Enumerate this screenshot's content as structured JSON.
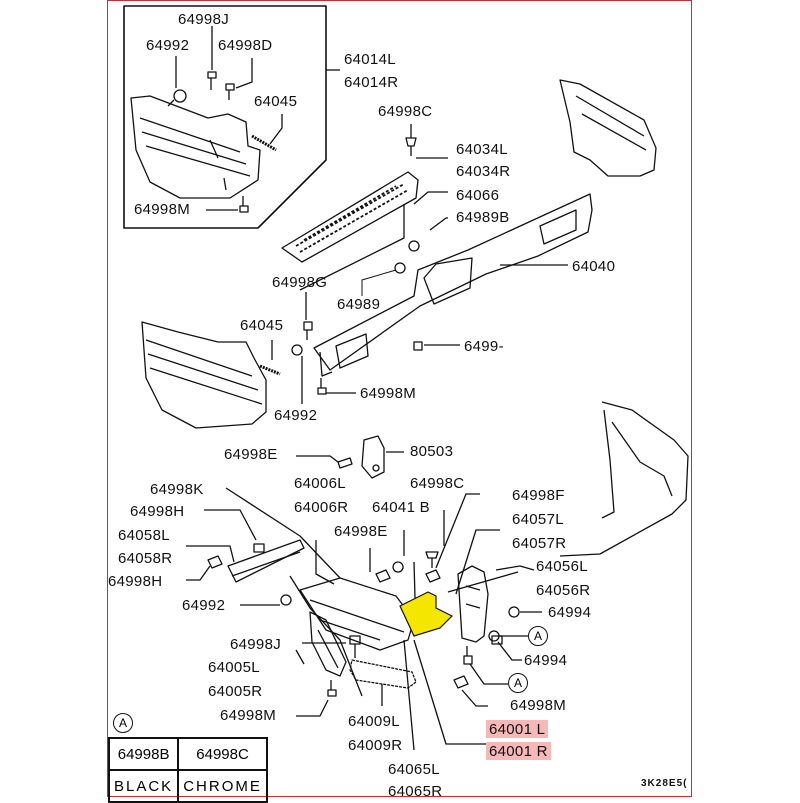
{
  "diagram": {
    "title": "Rear bumper parts diagram",
    "highlight_color": "#f7b8b8",
    "selected_part_color": "#f5e600",
    "frame_color": "#c0303a",
    "labels": {
      "inset_64998J": "64998J",
      "inset_64992": "64992",
      "inset_64998D": "64998D",
      "inset_64014L": "64014L",
      "inset_64014R": "64014R",
      "inset_64045": "64045",
      "inset_64998M": "64998M",
      "p64998C_top": "64998C",
      "p64034L": "64034L",
      "p64034R": "64034R",
      "p64066": "64066",
      "p64989B": "64989B",
      "p64040": "64040",
      "p64998G": "64998G",
      "p64989": "64989",
      "p64045": "64045",
      "p6499x": "6499-",
      "p64992_mid": "64992",
      "p64998M_mid": "64998M",
      "p64998E_top": "64998E",
      "p80503": "80503",
      "p64006L": "64006L",
      "p64006R": "64006R",
      "p64998K": "64998K",
      "p64998C_low": "64998C",
      "p64041B": "64041 B",
      "p64998F": "64998F",
      "p64998H_a": "64998H",
      "p64998E_low": "64998E",
      "p64057L": "64057L",
      "p64057R": "64057R",
      "p64058L": "64058L",
      "p64058R": "64058R",
      "p64056L": "64056L",
      "p64998H_b": "64998H",
      "p64056R": "64056R",
      "p64992_low": "64992",
      "p64994_a": "64994",
      "p64998J_low": "64998J",
      "p64994_b": "64994",
      "p64005L": "64005L",
      "p64005R": "64005R",
      "p64998M_low": "64998M",
      "p64998M_right": "64998M",
      "p64009L": "64009L",
      "p64009R": "64009R",
      "p64001L": "64001 L",
      "p64001R": "64001 R",
      "p64065L": "64065L",
      "p64065R": "64065R"
    },
    "callout_marker": "A",
    "legend": {
      "marker": "A",
      "headers": [
        "64998B",
        "64998C"
      ],
      "values": [
        "BLACK",
        "CHROME"
      ]
    },
    "drawing_code": "3K28E5("
  }
}
